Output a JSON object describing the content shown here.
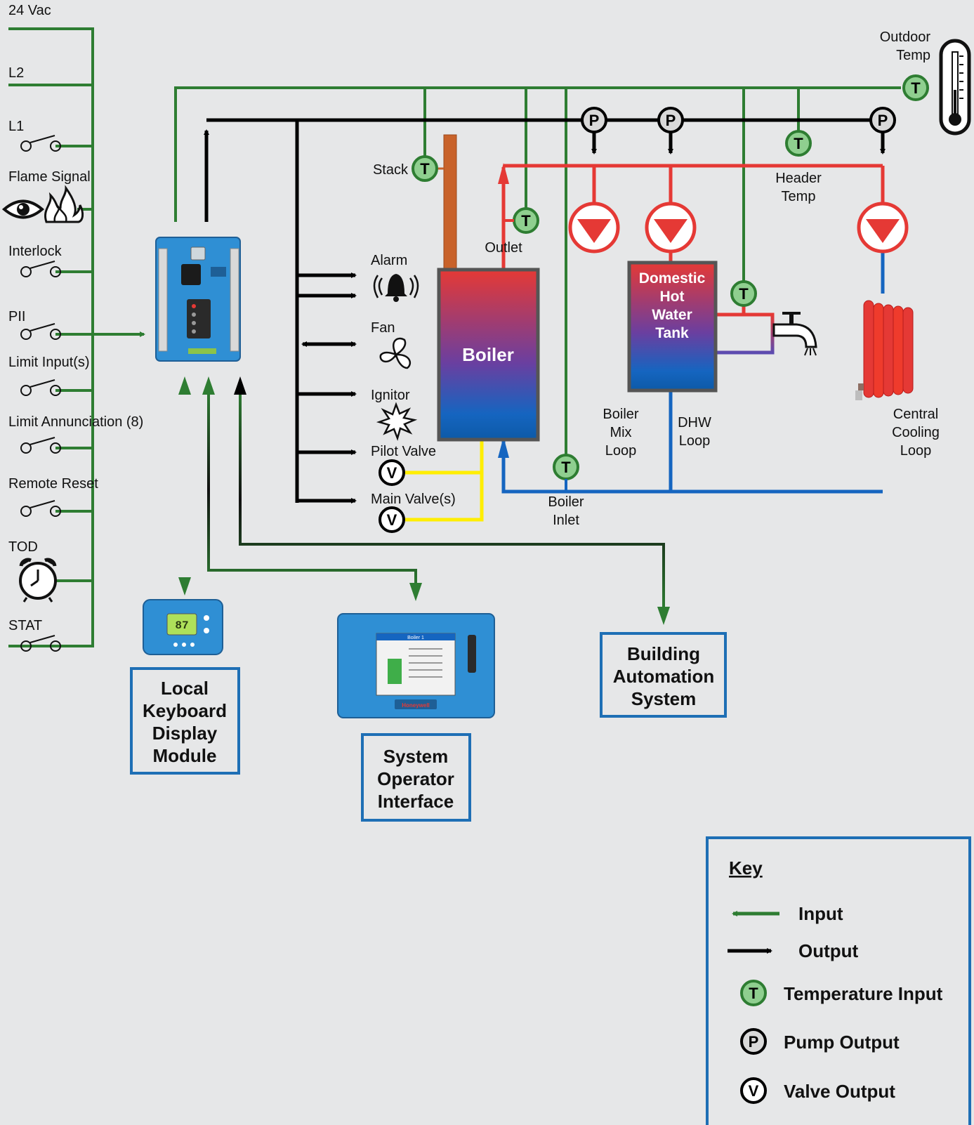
{
  "inputs": {
    "vac24": "24 Vac",
    "l2": "L2",
    "l1": "L1",
    "flame_signal": "Flame Signal",
    "interlock": "Interlock",
    "pii": "PII",
    "limit_inputs": "Limit Input(s)",
    "limit_annunciation": "Limit Annunciation (8)",
    "remote_reset": "Remote Reset",
    "tod": "TOD",
    "stat": "STAT"
  },
  "outputs": {
    "alarm": "Alarm",
    "fan": "Fan",
    "ignitor": "Ignitor",
    "pilot_valve": "Pilot Valve",
    "main_valves": "Main Valve(s)"
  },
  "sensors": {
    "stack": "Stack",
    "outlet": "Outlet",
    "outdoor_temp": [
      "Outdoor",
      "Temp"
    ],
    "header_temp": [
      "Header",
      "Temp"
    ],
    "boiler_inlet": [
      "Boiler",
      "Inlet"
    ]
  },
  "equipment": {
    "boiler": "Boiler",
    "dhw_tank": [
      "Domestic",
      "Hot",
      "Water",
      "Tank"
    ],
    "boiler_mix_loop": [
      "Boiler",
      "Mix",
      "Loop"
    ],
    "dhw_loop": [
      "DHW",
      "Loop"
    ],
    "central_cooling_loop": [
      "Central",
      "Cooling",
      "Loop"
    ]
  },
  "devices": {
    "keyboard_display": [
      "Local",
      "Keyboard",
      "Display",
      "Module"
    ],
    "keyboard_display_readout": "87",
    "operator_interface": [
      "System",
      "Operator",
      "Interface"
    ],
    "operator_screen_title": "Boiler 1",
    "operator_brand": "Honeywell",
    "building_automation": [
      "Building",
      "Automation",
      "System"
    ]
  },
  "key": {
    "title": "Key",
    "input": "Input",
    "output": "Output",
    "temperature_input": "Temperature Input",
    "pump_output": "Pump Output",
    "valve_output": "Valve Output"
  },
  "symbols": {
    "temperature": "T",
    "pump": "P",
    "valve": "V"
  },
  "colors": {
    "input_green": "#2e7d32",
    "output_black": "#000000",
    "supply_red": "#e53935",
    "return_blue": "#1565c0",
    "gas_yellow": "#ffee00",
    "stack_orange": "#c8622a",
    "device_blue": "#2f8fd4",
    "background": "#e6e7e8"
  }
}
